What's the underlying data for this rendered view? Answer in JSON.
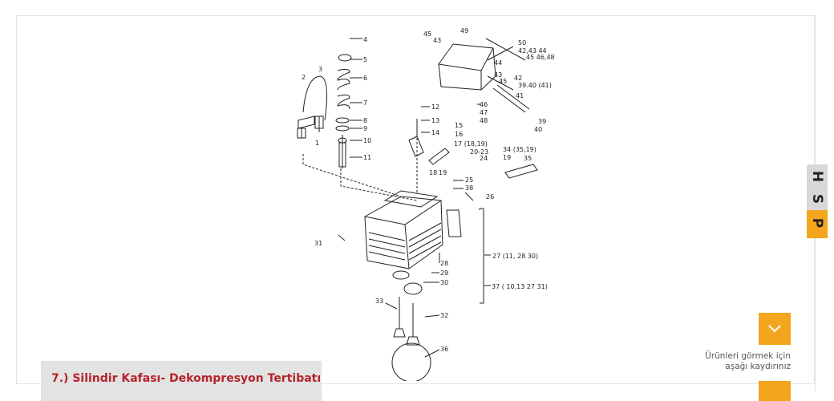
{
  "caption": {
    "title": "7.) Silindir Kafası- Dekompresyon Tertibatı"
  },
  "scroll": {
    "hint_line1": "Ürünleri görmek için",
    "hint_line2": "aşağı kaydırınız"
  },
  "side_tab": {
    "letters": [
      "H",
      "S",
      "P"
    ]
  },
  "diagram": {
    "part_numbers": [
      "1",
      "2",
      "3",
      "4",
      "5",
      "6",
      "7",
      "8",
      "9",
      "10",
      "11",
      "12",
      "13",
      "14",
      "15",
      "16",
      "17 (18,19)",
      "18",
      "19",
      "20-23",
      "24",
      "25",
      "26",
      "27 (11, 28 30)",
      "28",
      "29",
      "30",
      "31",
      "32",
      "33",
      "34 (35,19)",
      "35",
      "36",
      "37 ( 10,13 27 31)",
      "38",
      "39",
      "39.40 (41)",
      "40",
      "41",
      "42",
      "42,43 44",
      "43",
      "44",
      "45",
      "45 46,48",
      "46",
      "47",
      "48",
      "49",
      "50"
    ]
  },
  "colors": {
    "accent": "#f4a51e",
    "caption_text": "#b5242a",
    "caption_bg": "#e3e3e3"
  },
  "icons": {
    "scroll": "chevron-down-icon"
  }
}
